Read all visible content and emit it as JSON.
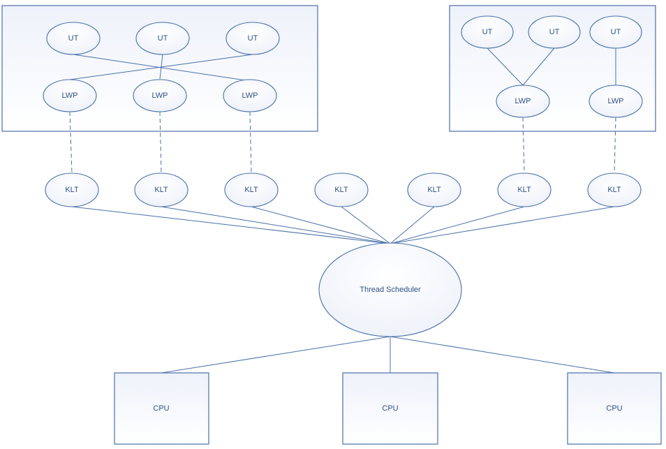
{
  "nodes": {
    "ut1": "UT",
    "ut2": "UT",
    "ut3": "UT",
    "ut4": "UT",
    "ut5": "UT",
    "ut6": "UT",
    "lwp1": "LWP",
    "lwp2": "LWP",
    "lwp3": "LWP",
    "lwp4": "LWP",
    "lwp5": "LWP",
    "klt1": "KLT",
    "klt2": "KLT",
    "klt3": "KLT",
    "klt4": "KLT",
    "klt5": "KLT",
    "klt6": "KLT",
    "klt7": "KLT",
    "scheduler": "Thread Scheduler",
    "cpu1": "CPU",
    "cpu2": "CPU",
    "cpu3": "CPU"
  },
  "colors": {
    "stroke": "#4a6fa8",
    "text": "#2f4f86",
    "fill_light": "#f4f7fc"
  }
}
